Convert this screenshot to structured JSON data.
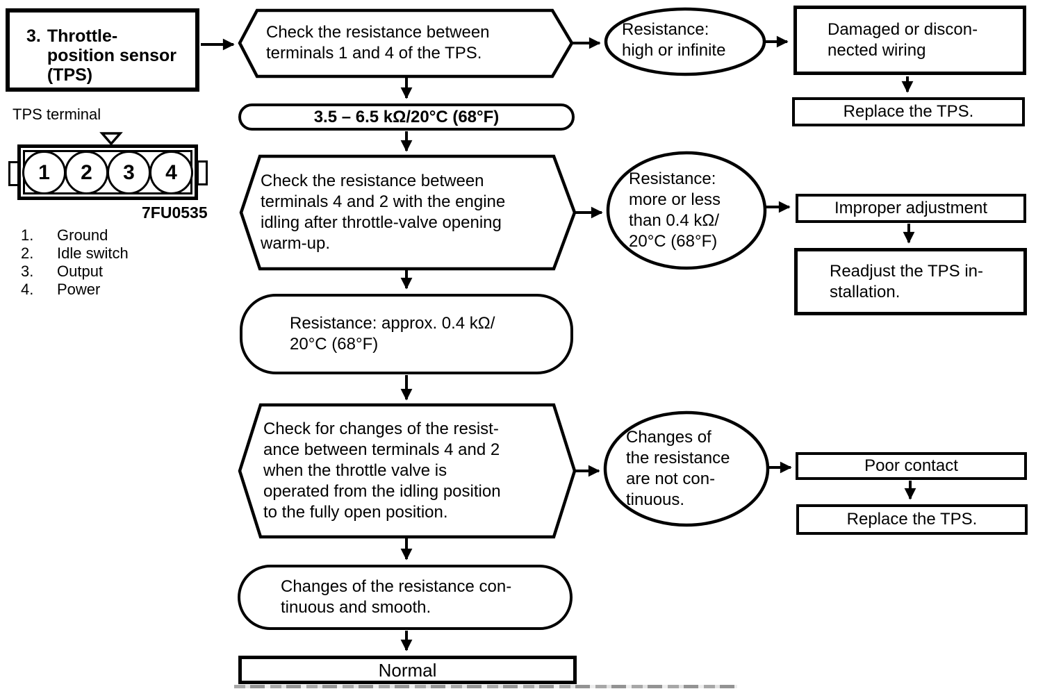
{
  "section": {
    "number": "3.",
    "title": "Throttle-\nposition sensor\n(TPS)"
  },
  "connector": {
    "label": "TPS terminal",
    "pins": [
      "1",
      "2",
      "3",
      "4"
    ],
    "code": "7FU0535",
    "legend": [
      {
        "num": "1.",
        "label": "Ground"
      },
      {
        "num": "2.",
        "label": "Idle switch"
      },
      {
        "num": "3.",
        "label": "Output"
      },
      {
        "num": "4.",
        "label": "Power"
      }
    ]
  },
  "flow": {
    "step1": "Check the resistance between\nterminals 1 and 4 of the TPS.",
    "spec1": "3.5 – 6.5 kΩ/20°C (68°F)",
    "cond1": "Resistance:\nhigh or infinite",
    "out1a": "Damaged or discon-\nnected wiring",
    "out1b": "Replace the TPS.",
    "step2": "Check the resistance between\nterminals 4 and 2 with the engine\nidling after throttle-valve opening\nwarm-up.",
    "cond2": "Resistance:\nmore or less\nthan 0.4 kΩ/\n20°C (68°F)",
    "out2a": "Improper adjustment",
    "out2b": "Readjust the TPS in-\nstallation.",
    "result2": "Resistance: approx. 0.4 kΩ/\n20°C (68°F)",
    "step3": "Check for changes of the resist-\nance between terminals 4 and 2\nwhen the throttle valve is\noperated from the idling position\nto the fully open position.",
    "cond3": "Changes of\nthe resistance\nare not con-\ntinuous.",
    "out3a": "Poor contact",
    "out3b": "Replace the TPS.",
    "result3": "Changes of the resistance con-\ntinuous and smooth.",
    "normal": "Normal"
  },
  "colors": {
    "ink": "#000000",
    "paper": "#ffffff"
  }
}
